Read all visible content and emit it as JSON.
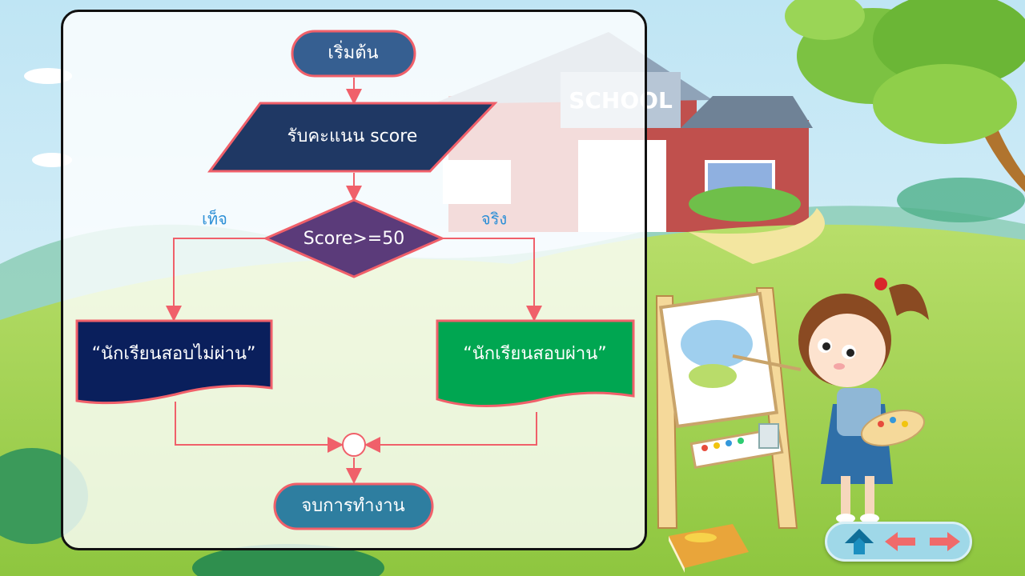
{
  "flowchart": {
    "start": "เริ่มต้น",
    "input": "รับคะแนน score",
    "decision": "Score>=50",
    "false_label": "เท็จ",
    "true_label": "จริง",
    "output_false": "“นักเรียนสอบไม่ผ่าน”",
    "output_true": "“นักเรียนสอบผ่าน”",
    "end": "จบการทำงาน"
  },
  "scene": {
    "sign_text": "SCHOOL"
  },
  "nav": {
    "home_icon": "up-arrow-icon",
    "prev_icon": "left-arrow-icon",
    "next_icon": "right-arrow-icon"
  },
  "colors": {
    "start_fill": "#365f91",
    "input_fill": "#1f3864",
    "decision_fill": "#5b3b7a",
    "false_output_fill": "#0a1f5c",
    "true_output_fill": "#00a651",
    "end_fill": "#2e7ea0",
    "stroke": "#f0606a"
  }
}
